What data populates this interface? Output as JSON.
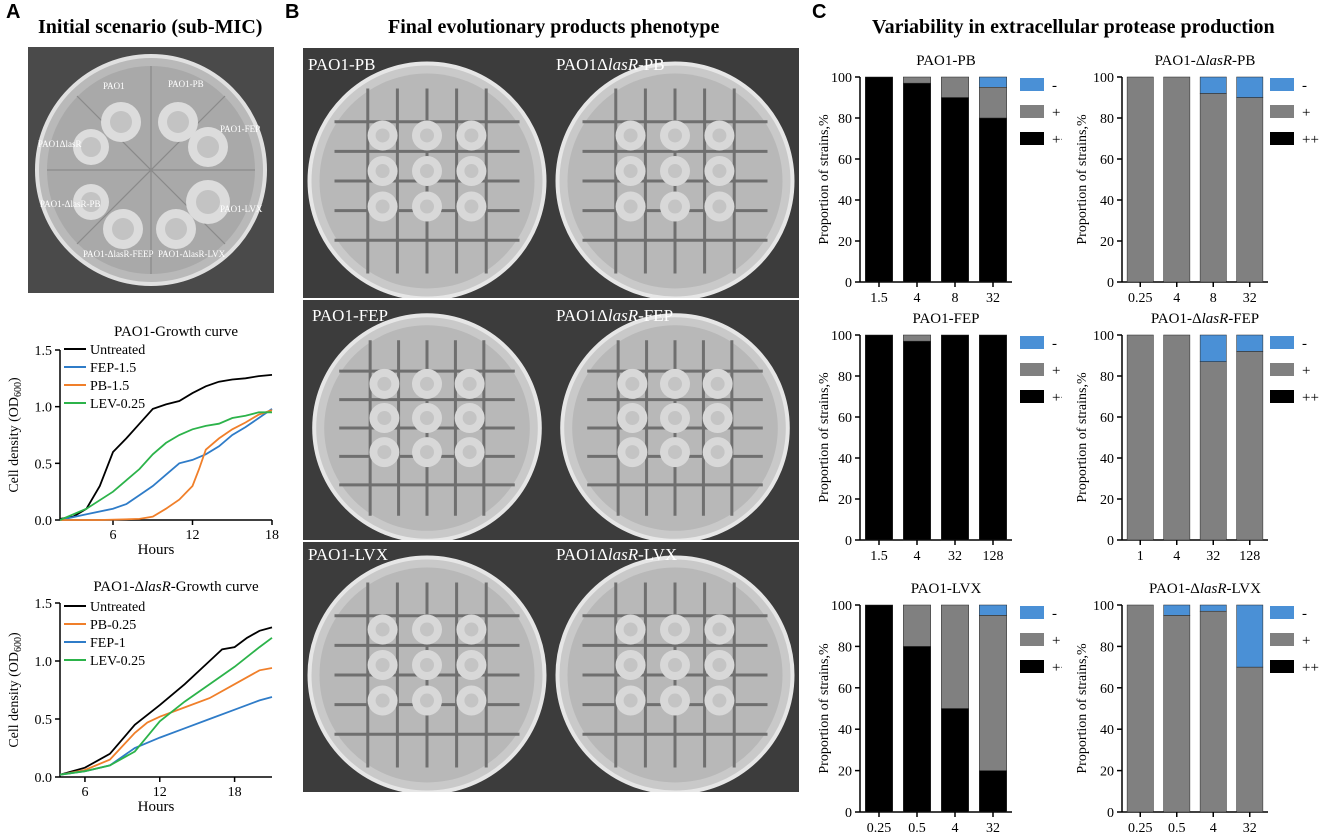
{
  "panelA": {
    "label": "A",
    "title": "Initial scenario (sub-MIC)",
    "plate": {
      "labels": [
        "PAO1",
        "PAO1-PB",
        "PAO1-FEP",
        "PAO1-LVX",
        "PAO1-ΔlasR-LVX",
        "PAO1-ΔlasR-FEEP",
        "PAO1-ΔlasR-PB",
        "PAO1ΔlasR"
      ]
    }
  },
  "panelB": {
    "label": "B",
    "title": "Final evolutionary products phenotype",
    "plates": [
      {
        "prefix": "PAO1-",
        "italic": "",
        "suffix": "PB"
      },
      {
        "prefix": "PAO1Δ",
        "italic": "lasR",
        "suffix": "-PB"
      },
      {
        "prefix": "PAO1-",
        "italic": "",
        "suffix": "FEP"
      },
      {
        "prefix": "PAO1Δ",
        "italic": "lasR",
        "suffix": "-FEP"
      },
      {
        "prefix": "PAO1-",
        "italic": "",
        "suffix": "LVX"
      },
      {
        "prefix": "PAO1Δ",
        "italic": "lasR",
        "suffix": "-LVX"
      }
    ]
  },
  "panelC": {
    "label": "C",
    "title": "Variability in extracellular protease production"
  },
  "colors": {
    "black": "#000000",
    "grey": "#808080",
    "blue": "#4A90D6",
    "orange": "#F07F2A",
    "green": "#2CB34A",
    "lineBlue": "#2F7CC8"
  },
  "chart_data": [
    {
      "type": "line",
      "title": "PAO1-Growth curve",
      "xlabel": "Hours",
      "ylabel": "Cell density (OD600)",
      "xlim": [
        2,
        18
      ],
      "ylim": [
        0,
        1.5
      ],
      "xticks": [
        6,
        12,
        18
      ],
      "yticks": [
        0.0,
        0.5,
        1.0,
        1.5
      ],
      "series": [
        {
          "name": "Untreated",
          "color": "#000000",
          "x": [
            2,
            3,
            4,
            5,
            6,
            6.5,
            7,
            8,
            9,
            10,
            11,
            12,
            13,
            14,
            15,
            16,
            17,
            18
          ],
          "y": [
            0.01,
            0.03,
            0.1,
            0.3,
            0.6,
            0.66,
            0.72,
            0.85,
            0.98,
            1.02,
            1.05,
            1.12,
            1.18,
            1.22,
            1.24,
            1.25,
            1.27,
            1.28
          ]
        },
        {
          "name": "FEP-1.5",
          "color": "#2F7CC8",
          "x": [
            2,
            4,
            6,
            7,
            8,
            9,
            10,
            11,
            12,
            13,
            14,
            15,
            16,
            17,
            18
          ],
          "y": [
            0.0,
            0.05,
            0.1,
            0.14,
            0.22,
            0.3,
            0.4,
            0.5,
            0.53,
            0.58,
            0.65,
            0.75,
            0.82,
            0.9,
            0.98
          ]
        },
        {
          "name": "PB-1.5",
          "color": "#F07F2A",
          "x": [
            2,
            5,
            8,
            9,
            10,
            11,
            12,
            12.5,
            13,
            14,
            15,
            16,
            17,
            18
          ],
          "y": [
            0.0,
            0.0,
            0.01,
            0.03,
            0.1,
            0.18,
            0.3,
            0.45,
            0.62,
            0.72,
            0.8,
            0.86,
            0.93,
            0.97
          ]
        },
        {
          "name": "LEV-0.25",
          "color": "#2CB34A",
          "x": [
            2,
            4,
            6,
            7,
            8,
            9,
            10,
            11,
            12,
            13,
            14,
            15,
            16,
            17,
            18
          ],
          "y": [
            0.0,
            0.1,
            0.25,
            0.35,
            0.45,
            0.58,
            0.68,
            0.75,
            0.8,
            0.83,
            0.85,
            0.9,
            0.92,
            0.95,
            0.95
          ]
        }
      ]
    },
    {
      "type": "line",
      "title": "PAO1-ΔlasR-Growth curve",
      "xlabel": "Hours",
      "ylabel": "Cell density (OD600)",
      "xlim": [
        4,
        21
      ],
      "ylim": [
        0,
        1.5
      ],
      "xticks": [
        6,
        12,
        18
      ],
      "yticks": [
        0.0,
        0.5,
        1.0,
        1.5
      ],
      "series": [
        {
          "name": "Untreated",
          "color": "#000000",
          "x": [
            4,
            6,
            8,
            10,
            12,
            14,
            16,
            17,
            18,
            19,
            20,
            21
          ],
          "y": [
            0.02,
            0.08,
            0.2,
            0.45,
            0.62,
            0.8,
            1.0,
            1.1,
            1.12,
            1.2,
            1.26,
            1.29
          ]
        },
        {
          "name": "PB-0.25",
          "color": "#F07F2A",
          "x": [
            4,
            6,
            8,
            10,
            11,
            12,
            14,
            16,
            18,
            20,
            21
          ],
          "y": [
            0.02,
            0.06,
            0.15,
            0.38,
            0.47,
            0.52,
            0.6,
            0.68,
            0.8,
            0.92,
            0.94
          ]
        },
        {
          "name": "FEP-1",
          "color": "#2F7CC8",
          "x": [
            4,
            6,
            8,
            10,
            12,
            14,
            16,
            18,
            20,
            21
          ],
          "y": [
            0.02,
            0.05,
            0.1,
            0.25,
            0.34,
            0.42,
            0.5,
            0.58,
            0.66,
            0.69
          ]
        },
        {
          "name": "LEV-0.25",
          "color": "#2CB34A",
          "x": [
            4,
            6,
            8,
            10,
            11,
            12,
            14,
            16,
            18,
            20,
            21
          ],
          "y": [
            0.02,
            0.05,
            0.1,
            0.22,
            0.35,
            0.48,
            0.65,
            0.8,
            0.95,
            1.12,
            1.2
          ]
        }
      ]
    },
    {
      "type": "bar",
      "title": "PAO1-PB",
      "ylabel": "Proportion of strains,%",
      "ylim": [
        0,
        100
      ],
      "yticks": [
        0,
        20,
        40,
        60,
        80,
        100
      ],
      "categories": [
        "1.5",
        "4",
        "8",
        "32"
      ],
      "series": [
        {
          "name": "++",
          "values": [
            100,
            97,
            90,
            80
          ]
        },
        {
          "name": "+",
          "values": [
            0,
            3,
            10,
            15
          ]
        },
        {
          "name": "-",
          "values": [
            0,
            0,
            0,
            5
          ]
        }
      ]
    },
    {
      "type": "bar",
      "title": "PAO1-ΔlasR-PB",
      "ylabel": "Proportion of strains,%",
      "ylim": [
        0,
        100
      ],
      "yticks": [
        0,
        20,
        40,
        60,
        80,
        100
      ],
      "categories": [
        "0.25",
        "4",
        "8",
        "32"
      ],
      "series": [
        {
          "name": "++",
          "values": [
            0,
            0,
            0,
            0
          ]
        },
        {
          "name": "+",
          "values": [
            100,
            100,
            92,
            90
          ]
        },
        {
          "name": "-",
          "values": [
            0,
            0,
            8,
            10
          ]
        }
      ]
    },
    {
      "type": "bar",
      "title": "PAO1-FEP",
      "ylabel": "Proportion of strains,%",
      "ylim": [
        0,
        100
      ],
      "yticks": [
        0,
        20,
        40,
        60,
        80,
        100
      ],
      "categories": [
        "1.5",
        "4",
        "32",
        "128"
      ],
      "series": [
        {
          "name": "++",
          "values": [
            100,
            97,
            100,
            100
          ]
        },
        {
          "name": "+",
          "values": [
            0,
            3,
            0,
            0
          ]
        },
        {
          "name": "-",
          "values": [
            0,
            0,
            0,
            0
          ]
        }
      ]
    },
    {
      "type": "bar",
      "title": "PAO1-ΔlasR-FEP",
      "ylabel": "Proportion of strains,%",
      "ylim": [
        0,
        100
      ],
      "yticks": [
        0,
        20,
        40,
        60,
        80,
        100
      ],
      "categories": [
        "1",
        "4",
        "32",
        "128"
      ],
      "series": [
        {
          "name": "++",
          "values": [
            0,
            0,
            0,
            0
          ]
        },
        {
          "name": "+",
          "values": [
            100,
            100,
            87,
            92
          ]
        },
        {
          "name": "-",
          "values": [
            0,
            0,
            13,
            8
          ]
        }
      ]
    },
    {
      "type": "bar",
      "title": "PAO1-LVX",
      "ylabel": "Proportion of strains,%",
      "ylim": [
        0,
        100
      ],
      "yticks": [
        0,
        20,
        40,
        60,
        80,
        100
      ],
      "categories": [
        "0.25",
        "0.5",
        "4",
        "32"
      ],
      "series": [
        {
          "name": "++",
          "values": [
            100,
            80,
            50,
            20
          ]
        },
        {
          "name": "+",
          "values": [
            0,
            20,
            50,
            75
          ]
        },
        {
          "name": "-",
          "values": [
            0,
            0,
            0,
            5
          ]
        }
      ]
    },
    {
      "type": "bar",
      "title": "PAO1-ΔlasR-LVX",
      "ylabel": "Proportion of strains,%",
      "ylim": [
        0,
        100
      ],
      "yticks": [
        0,
        20,
        40,
        60,
        80,
        100
      ],
      "categories": [
        "0.25",
        "0.5",
        "4",
        "32"
      ],
      "series": [
        {
          "name": "++",
          "values": [
            0,
            0,
            0,
            0
          ]
        },
        {
          "name": "+",
          "values": [
            100,
            95,
            97,
            70
          ]
        },
        {
          "name": "-",
          "values": [
            0,
            5,
            3,
            30
          ]
        }
      ]
    }
  ]
}
